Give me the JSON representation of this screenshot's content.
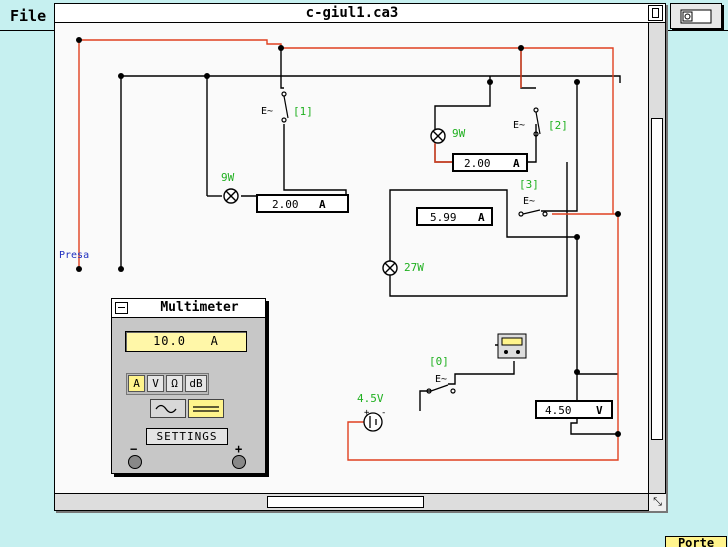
{
  "menu": {
    "file": "File"
  },
  "window": {
    "title": "c-giul1.ca3"
  },
  "circuit": {
    "presa_label": "Presa",
    "lamps": [
      {
        "power": "9W"
      },
      {
        "power": "9W"
      },
      {
        "power": "27W"
      }
    ],
    "switches": [
      {
        "label": "[1]"
      },
      {
        "label": "[2]"
      },
      {
        "label": "[3]"
      },
      {
        "label": "[0]"
      }
    ],
    "ammeters": [
      {
        "value": "2.00",
        "unit": "A"
      },
      {
        "value": "2.00",
        "unit": "A"
      },
      {
        "value": "5.99",
        "unit": "A"
      }
    ],
    "voltmeter": {
      "value": "4.50",
      "unit": "V"
    },
    "battery": {
      "voltage": "4.5V"
    },
    "switch_symbol": "E~",
    "plus": "+",
    "minus": "-"
  },
  "multimeter": {
    "title": "Multimeter",
    "display": {
      "value": "10.0",
      "unit": "A"
    },
    "modes": [
      "A",
      "V",
      "Ω",
      "dB"
    ],
    "active_mode": "A",
    "settings_label": "SETTINGS",
    "minus": "−",
    "plus": "+"
  },
  "bottom_button": "Porte",
  "colors": {
    "wire_black": "#000000",
    "wire_red": "#e04020",
    "label_green": "#20b020",
    "label_blue": "#2030c0",
    "display_yellow": "#fff7a8"
  }
}
